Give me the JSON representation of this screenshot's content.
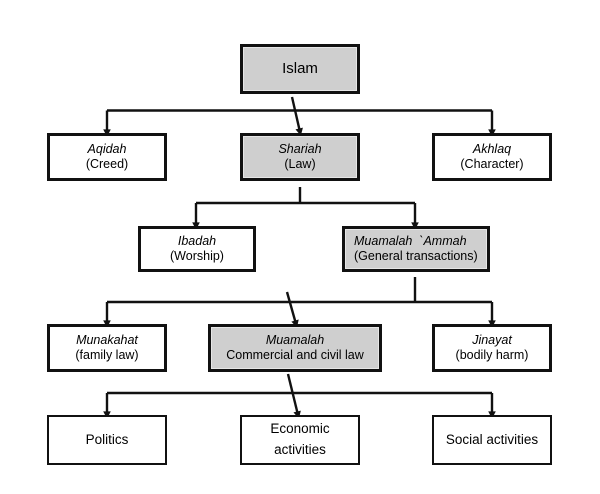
{
  "diagram": {
    "title": "Islam hierarchy of knowledge",
    "type": "hierarchy-tree",
    "background_color": "#ffffff",
    "node_fill_highlight": "#cfcfcf",
    "node_fill_plain": "#ffffff",
    "border_color": "#111111",
    "levels": 5
  },
  "nodes": {
    "islam": {
      "label": "Islam",
      "fill": "highlight"
    },
    "aqidah": {
      "term": "Aqidah",
      "gloss": "(Creed)",
      "fill": "plain"
    },
    "shariah": {
      "term": "Shariah",
      "gloss": "(Law)",
      "fill": "highlight"
    },
    "akhlaq": {
      "term": "Akhlaq",
      "gloss": "(Character)",
      "fill": "plain"
    },
    "ibadah": {
      "term": "Ibadah",
      "gloss": "(Worship)",
      "fill": "plain"
    },
    "muamalah_ammah": {
      "term": "Muamalah  `Ammah",
      "gloss": "(General transactions)",
      "fill": "highlight"
    },
    "munakahat": {
      "term": "Munakahat",
      "gloss": "(family law)",
      "fill": "plain"
    },
    "muamalah": {
      "term": "Muamalah",
      "gloss": "Commercial and civil law",
      "fill": "highlight"
    },
    "jinayat": {
      "term": "Jinayat",
      "gloss": "(bodily harm)",
      "fill": "plain"
    },
    "politics": {
      "label": "Politics",
      "fill": "plain"
    },
    "economic_activities": {
      "label": "Economic activities",
      "fill": "plain"
    },
    "social_activities": {
      "label": "Social activities",
      "fill": "plain"
    }
  },
  "edges": [
    {
      "from": "islam",
      "to": "aqidah",
      "style": "orthogonal"
    },
    {
      "from": "islam",
      "to": "shariah",
      "style": "diagonal"
    },
    {
      "from": "islam",
      "to": "akhlaq",
      "style": "orthogonal"
    },
    {
      "from": "shariah",
      "to": "ibadah",
      "style": "orthogonal"
    },
    {
      "from": "shariah",
      "to": "muamalah_ammah",
      "style": "orthogonal"
    },
    {
      "from": "muamalah_ammah",
      "to": "munakahat",
      "style": "orthogonal"
    },
    {
      "from": "muamalah_ammah",
      "to": "muamalah",
      "style": "diagonal"
    },
    {
      "from": "muamalah_ammah",
      "to": "jinayat",
      "style": "orthogonal"
    },
    {
      "from": "muamalah",
      "to": "politics",
      "style": "orthogonal"
    },
    {
      "from": "muamalah",
      "to": "economic_activities",
      "style": "diagonal"
    },
    {
      "from": "muamalah",
      "to": "social_activities",
      "style": "orthogonal"
    }
  ]
}
